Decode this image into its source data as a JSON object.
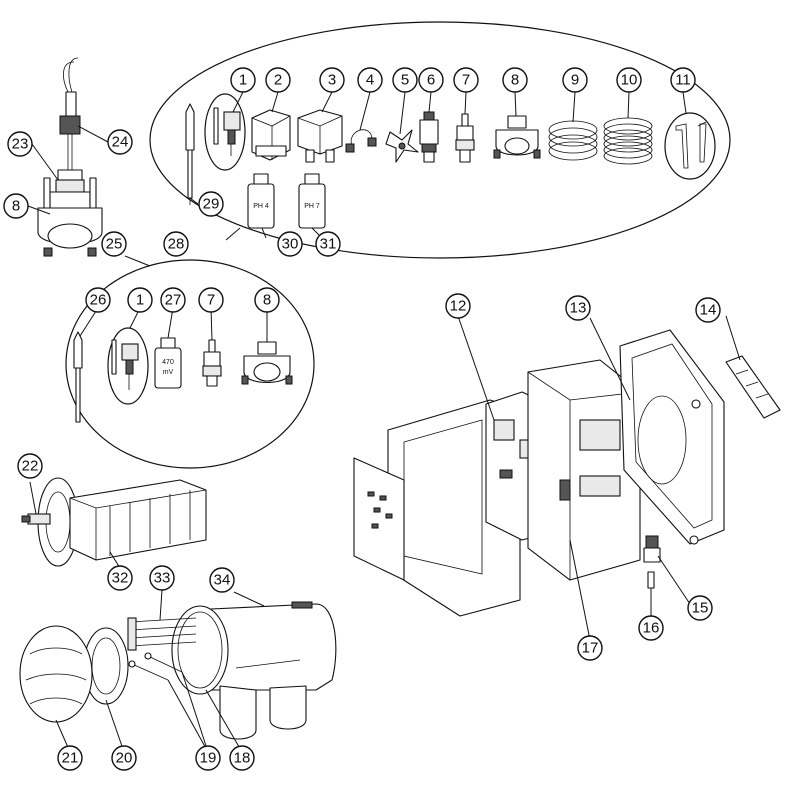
{
  "diagram": {
    "callouts": [
      {
        "id": "c1a",
        "label": "1",
        "target": "probe-kit-card"
      },
      {
        "id": "c2",
        "label": "2",
        "target": "probe-holder-housing"
      },
      {
        "id": "c3",
        "label": "3",
        "target": "probe-holder-with-fittings"
      },
      {
        "id": "c4",
        "label": "4",
        "target": "tube-connector"
      },
      {
        "id": "c5",
        "label": "5",
        "target": "star-fitting"
      },
      {
        "id": "c6",
        "label": "6",
        "target": "injection-valve"
      },
      {
        "id": "c7a",
        "label": "7",
        "target": "probe-fitting"
      },
      {
        "id": "c8a",
        "label": "8",
        "target": "pipe-saddle-clamp"
      },
      {
        "id": "c9",
        "label": "9",
        "target": "coiled-tube-large"
      },
      {
        "id": "c10",
        "label": "10",
        "target": "coiled-tube-small"
      },
      {
        "id": "c11",
        "label": "11",
        "target": "hex-keys"
      },
      {
        "id": "c12",
        "label": "12",
        "target": "control-board"
      },
      {
        "id": "c13",
        "label": "13",
        "target": "rear-housing"
      },
      {
        "id": "c14",
        "label": "14",
        "target": "wall-bracket"
      },
      {
        "id": "c15",
        "label": "15",
        "target": "cable-gland"
      },
      {
        "id": "c16",
        "label": "16",
        "target": "fuse"
      },
      {
        "id": "c17",
        "label": "17",
        "target": "power-board"
      },
      {
        "id": "c18",
        "label": "18",
        "target": "cell-o-ring"
      },
      {
        "id": "c19",
        "label": "19",
        "target": "cell-screws"
      },
      {
        "id": "c20",
        "label": "20",
        "target": "cell-ring-nut"
      },
      {
        "id": "c21",
        "label": "21",
        "target": "cell-cap"
      },
      {
        "id": "c22",
        "label": "22",
        "target": "electrode-terminal"
      },
      {
        "id": "c23",
        "label": "23",
        "target": "probe-adapter"
      },
      {
        "id": "c24",
        "label": "24",
        "target": "probe-cable-nut"
      },
      {
        "id": "c8b",
        "label": "8",
        "target": "pipe-saddle-clamp-left"
      },
      {
        "id": "c25",
        "label": "25",
        "target": "redox-kit-group"
      },
      {
        "id": "c26",
        "label": "26",
        "target": "redox-probe"
      },
      {
        "id": "c1b",
        "label": "1",
        "target": "probe-kit-card-redox"
      },
      {
        "id": "c27",
        "label": "27",
        "target": "buffer-470mv"
      },
      {
        "id": "c7b",
        "label": "7",
        "target": "probe-fitting-redox"
      },
      {
        "id": "c8c",
        "label": "8",
        "target": "pipe-saddle-clamp-redox"
      },
      {
        "id": "c28",
        "label": "28",
        "target": "ph-kit-group"
      },
      {
        "id": "c29",
        "label": "29",
        "target": "ph-probe"
      },
      {
        "id": "c30",
        "label": "30",
        "target": "buffer-ph4"
      },
      {
        "id": "c31",
        "label": "31",
        "target": "buffer-ph7"
      },
      {
        "id": "c32",
        "label": "32",
        "target": "electrode-pack"
      },
      {
        "id": "c33",
        "label": "33",
        "target": "electrode-plates"
      },
      {
        "id": "c34",
        "label": "34",
        "target": "cell-body"
      }
    ],
    "bottles": {
      "ph4": "PH 4",
      "ph7": "PH 7",
      "redox_line1": "470",
      "redox_line2": "mV"
    }
  }
}
